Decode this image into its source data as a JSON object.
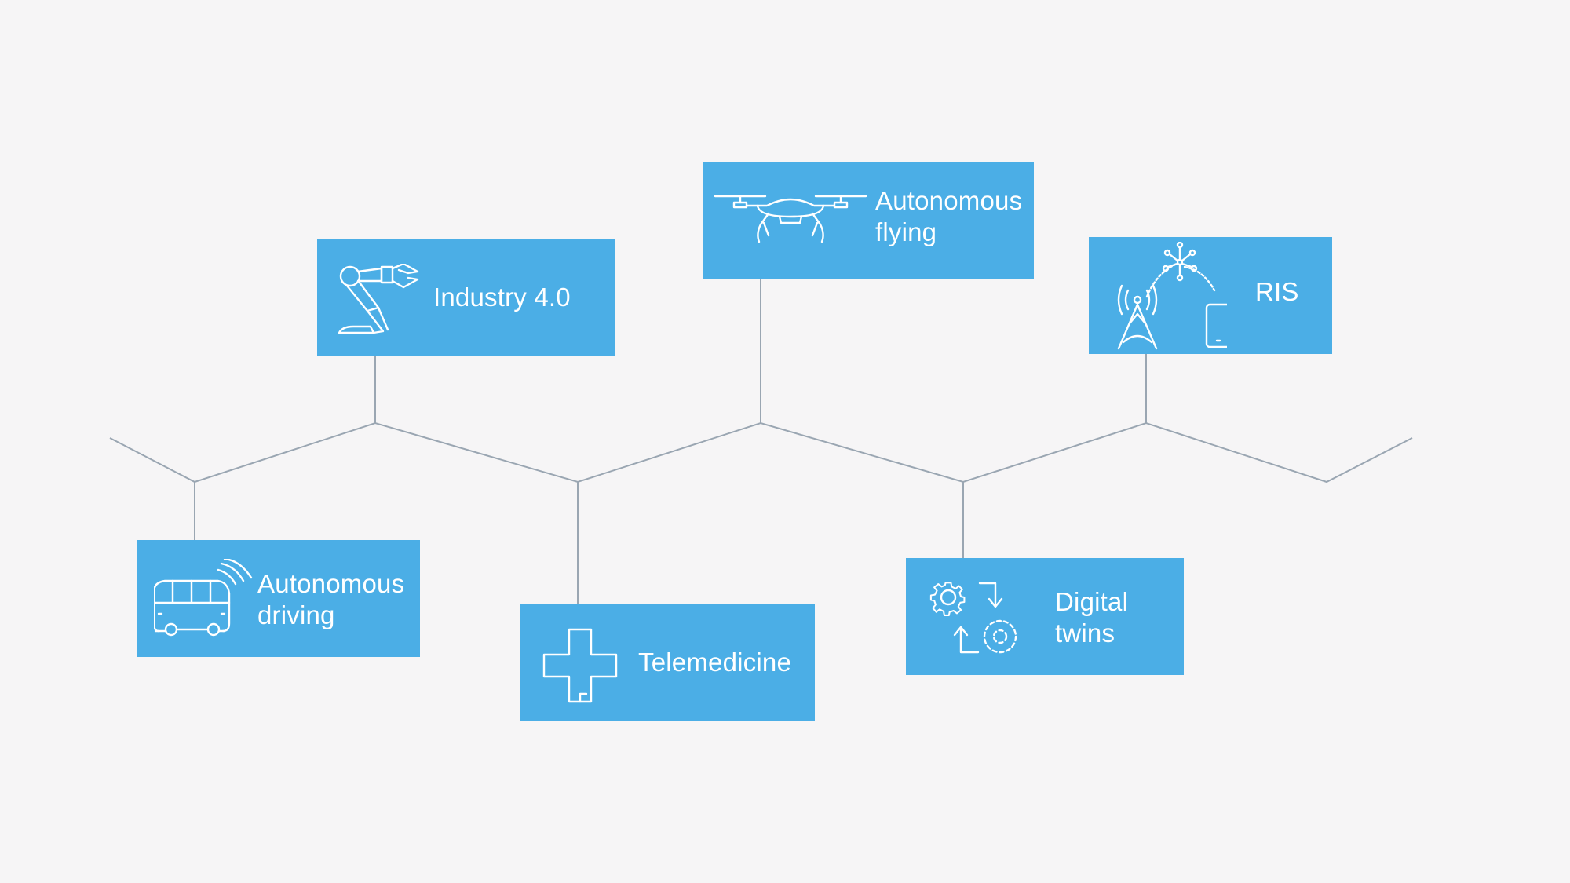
{
  "colors": {
    "background": "#f6f5f6",
    "card": "#4baee6",
    "card_text": "#ffffff",
    "connector": "#9aa6b2"
  },
  "cards": [
    {
      "id": "industry",
      "icon": "robot-arm-icon",
      "lines": [
        "Industry 4.0"
      ]
    },
    {
      "id": "flying",
      "icon": "drone-icon",
      "lines": [
        "Autonomous",
        "flying"
      ]
    },
    {
      "id": "ris",
      "icon": "ris-antenna-icon",
      "lines": [
        "RIS"
      ]
    },
    {
      "id": "driving",
      "icon": "bus-icon",
      "lines": [
        "Autonomous",
        "driving"
      ]
    },
    {
      "id": "telemedicine",
      "icon": "medical-cross-icon",
      "lines": [
        "Telemedicine"
      ]
    },
    {
      "id": "twins",
      "icon": "gears-cycle-icon",
      "lines": [
        "Digital",
        "twins"
      ]
    }
  ]
}
